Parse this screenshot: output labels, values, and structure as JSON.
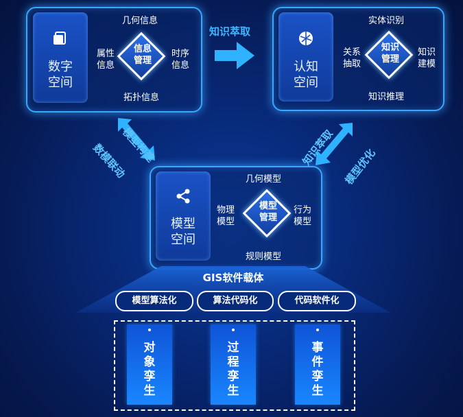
{
  "digital_space": {
    "tile_label": [
      "数字",
      "空间"
    ],
    "icon": "folder-icon",
    "center": [
      "信息",
      "管理"
    ],
    "top": "几何信息",
    "left": [
      "属性",
      "信息"
    ],
    "right": [
      "时序",
      "信息"
    ],
    "bottom": "拓扑信息"
  },
  "cognitive_space": {
    "tile_label": [
      "认知",
      "空间"
    ],
    "icon": "globe-icon",
    "center": [
      "知识",
      "管理"
    ],
    "top": "实体识别",
    "left": [
      "关系",
      "抽取"
    ],
    "right": [
      "知识",
      "建模"
    ],
    "bottom": "知识推理"
  },
  "model_space": {
    "tile_label": [
      "模型",
      "空间"
    ],
    "icon": "share-icon",
    "center": [
      "模型",
      "管理"
    ],
    "top": "几何模型",
    "left": [
      "物理",
      "模型"
    ],
    "right": [
      "行为",
      "模型"
    ],
    "bottom": "规则模型"
  },
  "arrows": {
    "top": "知识萃取",
    "left_a": "模型构建",
    "left_b": "数模联动",
    "right_a": "知识萃取",
    "right_b": "模型优化"
  },
  "gis": {
    "title": "GIS软件载体",
    "pills": [
      "模型算法化",
      "算法代码化",
      "代码软件化"
    ]
  },
  "twins": [
    [
      "对",
      "象",
      "孪",
      "生"
    ],
    [
      "过",
      "程",
      "孪",
      "生"
    ],
    [
      "事",
      "件",
      "孪",
      "生"
    ]
  ],
  "colors": {
    "accent": "#3aa6ff",
    "arrow": "#39b8ff",
    "card": "#1a86ff"
  }
}
